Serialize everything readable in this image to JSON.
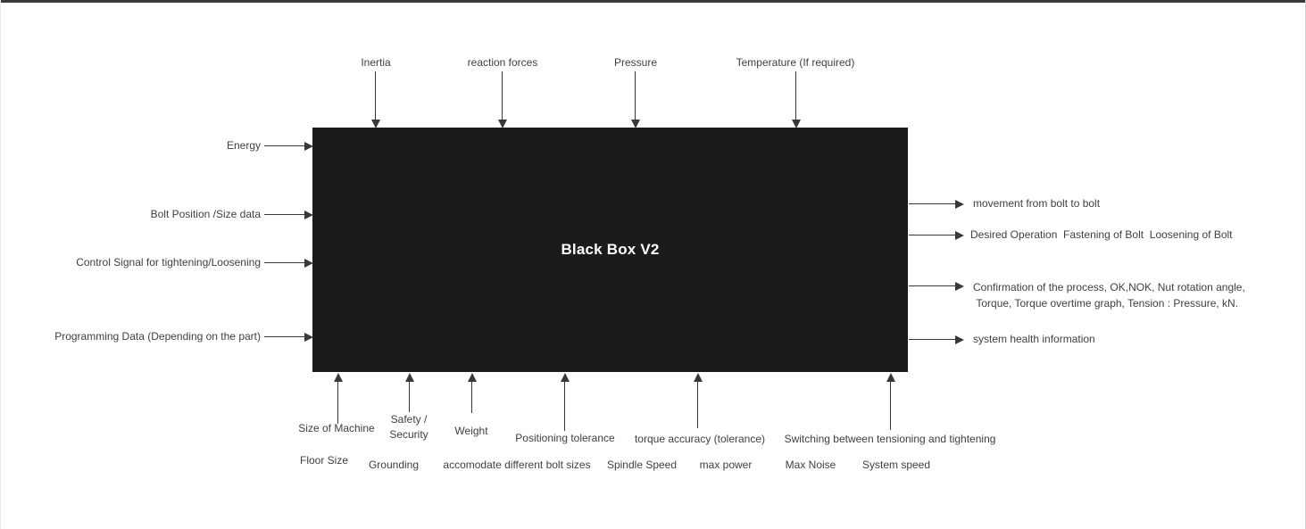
{
  "box": {
    "title": "Black Box V2"
  },
  "top_inputs": [
    "Inertia",
    "reaction forces",
    "Pressure",
    "Temperature (If required)"
  ],
  "left_inputs": [
    "Energy",
    "Bolt Position /Size data",
    "Control Signal for tightening/Loosening",
    "Programming Data (Depending on the part)"
  ],
  "right_outputs": [
    "movement from bolt to bolt",
    "Desired Operation  Fastening of Bolt  Loosening of Bolt",
    "Confirmation of the process, OK,NOK, Nut rotation angle,\n Torque, Torque overtime graph, Tension : Pressure, kN.",
    "system health information"
  ],
  "bottom_inputs_row1": [
    "Size of Machine",
    "Safety /\nSecurity",
    "Weight",
    "Positioning tolerance",
    "torque accuracy (tolerance)",
    "Switching between tensioning and tightening"
  ],
  "bottom_inputs_row2": [
    "Floor Size",
    "Grounding",
    "accomodate different bolt sizes",
    "Spindle Speed",
    "max power",
    "Max Noise",
    "System speed"
  ],
  "colors": {
    "background": "#ffffff",
    "box_fill": "#1b1b1b",
    "box_title": "#ffffff",
    "arrow": "#383838",
    "label": "#404040",
    "window_edge": "#3a3a3a"
  }
}
